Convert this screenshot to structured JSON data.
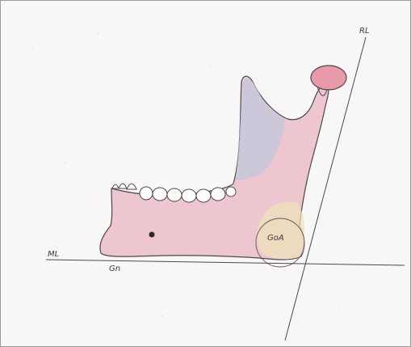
{
  "figure": {
    "labels": {
      "ramus_line": "RL",
      "mandibular_line": "ML",
      "menton_point": "Gn",
      "angle_circle": "GoA"
    },
    "colors": {
      "paper": "#f8f6f7",
      "bone_pink": "#eec6d0",
      "condyle_pink": "#e99aa8",
      "coronoid_blue": "#c2c7de",
      "gonial_yellow": "#ece2b8",
      "pencil": "#4a4a4a"
    }
  }
}
